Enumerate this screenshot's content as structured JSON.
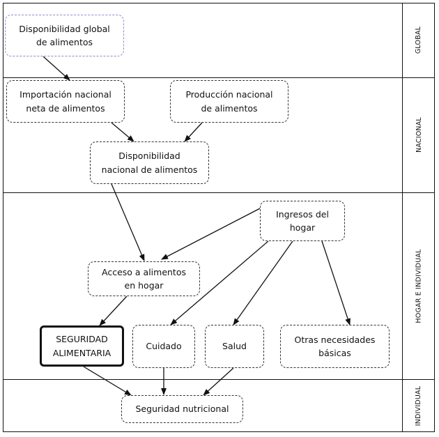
{
  "bands": [
    {
      "id": "global",
      "label": "GLOBAL"
    },
    {
      "id": "nacional",
      "label": "NACIONAL"
    },
    {
      "id": "hogar",
      "label": "HOGAR E INDIVIDUAL"
    },
    {
      "id": "individual",
      "label": "INDIVIDUAL"
    }
  ],
  "nodes": {
    "disp_global": {
      "line1": "Disponibilidad global",
      "line2": "de alimentos"
    },
    "importacion": {
      "line1": "Importación nacional",
      "line2": "neta de alimentos"
    },
    "produccion": {
      "line1": "Producción nacional",
      "line2": "de alimentos"
    },
    "disp_nacional": {
      "line1": "Disponibilidad",
      "line2": "nacional de alimentos"
    },
    "ingresos": {
      "line1": "Ingresos del",
      "line2": "hogar"
    },
    "acceso": {
      "line1": "Acceso a alimentos",
      "line2": "en hogar"
    },
    "seguridad_alimentaria": {
      "line1": "SEGURIDAD",
      "line2": "ALIMENTARIA"
    },
    "cuidado": {
      "line1": "Cuidado"
    },
    "salud": {
      "line1": "Salud"
    },
    "otras": {
      "line1": "Otras necesidades",
      "line2": "básicas"
    },
    "seguridad_nutricional": {
      "line1": "Seguridad nutricional"
    }
  }
}
